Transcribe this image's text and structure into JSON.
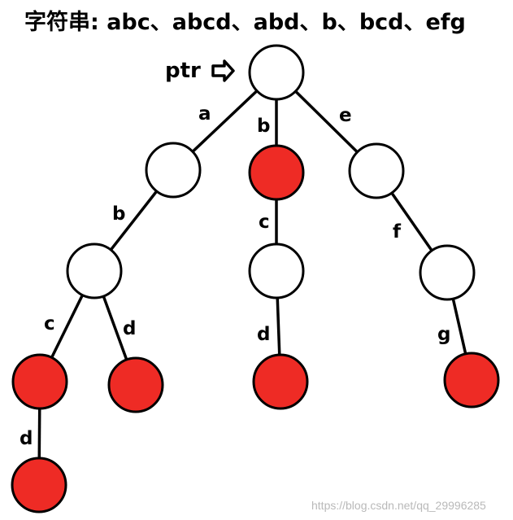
{
  "title": "字符串: abc、abcd、abd、b、bcd、efg",
  "pointer_label": "ptr",
  "watermark": "https://blog.csdn.net/qq_29996285",
  "colors": {
    "terminal": "#ee2b25",
    "normal": "#ffffff",
    "stroke": "#000000"
  },
  "nodes": [
    {
      "id": "root",
      "terminal": false
    },
    {
      "id": "a",
      "terminal": false
    },
    {
      "id": "b",
      "terminal": true
    },
    {
      "id": "e",
      "terminal": false
    },
    {
      "id": "ab",
      "terminal": false
    },
    {
      "id": "bc",
      "terminal": false
    },
    {
      "id": "ef",
      "terminal": false
    },
    {
      "id": "abc",
      "terminal": true
    },
    {
      "id": "abd",
      "terminal": true
    },
    {
      "id": "bcd",
      "terminal": true
    },
    {
      "id": "efg",
      "terminal": true
    },
    {
      "id": "abcd",
      "terminal": true
    }
  ],
  "edges": [
    {
      "from": "root",
      "to": "a",
      "label": "a"
    },
    {
      "from": "root",
      "to": "b",
      "label": "b"
    },
    {
      "from": "root",
      "to": "e",
      "label": "e"
    },
    {
      "from": "a",
      "to": "ab",
      "label": "b"
    },
    {
      "from": "b",
      "to": "bc",
      "label": "c"
    },
    {
      "from": "e",
      "to": "ef",
      "label": "f"
    },
    {
      "from": "ab",
      "to": "abc",
      "label": "c"
    },
    {
      "from": "ab",
      "to": "abd",
      "label": "d"
    },
    {
      "from": "bc",
      "to": "bcd",
      "label": "d"
    },
    {
      "from": "ef",
      "to": "efg",
      "label": "g"
    },
    {
      "from": "abc",
      "to": "abcd",
      "label": "d"
    }
  ]
}
